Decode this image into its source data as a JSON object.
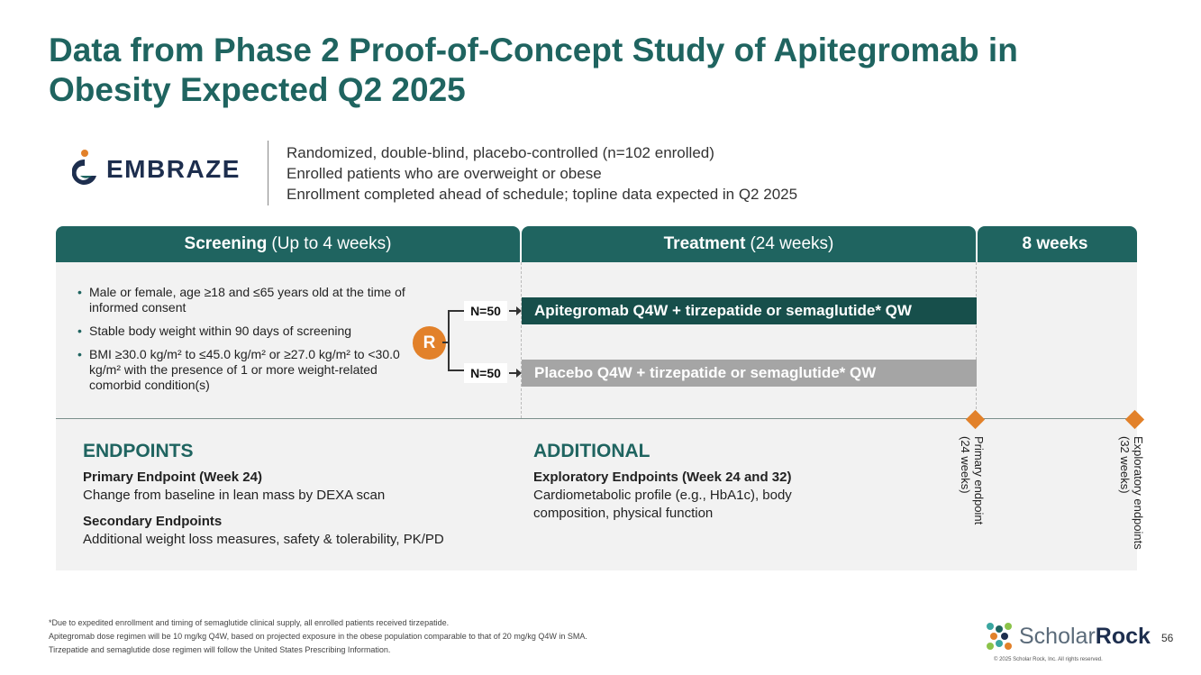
{
  "title": "Data from Phase 2 Proof-of-Concept Study of Apitegromab in Obesity Expected Q2 2025",
  "logo": {
    "text": "EMBRAZE",
    "icon": "embraze-logo-icon"
  },
  "intro": [
    "Randomized, double-blind, placebo-controlled (n=102 enrolled)",
    "Enrolled patients who are overweight or obese",
    "Enrollment completed ahead of schedule; topline data expected in Q2 2025"
  ],
  "headers": {
    "screening": {
      "bold": "Screening",
      "normal": "(Up to 4 weeks)"
    },
    "treatment": {
      "bold": "Treatment",
      "normal": "(24 weeks)"
    },
    "followup": {
      "bold": "8 weeks"
    }
  },
  "criteria": [
    "Male or female, age ≥18 and ≤65 years old at the time of informed consent",
    "Stable body weight within 90 days of screening",
    "BMI ≥30.0 kg/m² to ≤45.0 kg/m² or ≥27.0 kg/m² to <30.0 kg/m² with the presence of 1 or more weight-related comorbid condition(s)"
  ],
  "randomization": "R",
  "arms": [
    {
      "n": "N=50",
      "label": "Apitegromab Q4W + tirzepatide or semaglutide* QW",
      "color": "#174f4b"
    },
    {
      "n": "N=50",
      "label": "Placebo Q4W + tirzepatide or semaglutide* QW",
      "color": "#a5a5a5"
    }
  ],
  "milestones": [
    {
      "line1": "Primary endpoint",
      "line2": "(24 weeks)"
    },
    {
      "line1": "Exploratory endpoints",
      "line2": "(32 weeks)"
    }
  ],
  "endpoints": {
    "heading": "ENDPOINTS",
    "primary_title": "Primary Endpoint (Week 24)",
    "primary_text": "Change from baseline in lean mass by DEXA scan",
    "secondary_title": "Secondary Endpoints",
    "secondary_text": "Additional weight loss measures, safety & tolerability, PK/PD"
  },
  "additional": {
    "heading": "ADDITIONAL",
    "exploratory_title": "Exploratory Endpoints (Week 24 and 32)",
    "exploratory_text": "Cardiometabolic profile (e.g., HbA1c), body composition, physical function"
  },
  "footnotes": [
    "*Due to expedited enrollment and timing of semaglutide clinical supply, all enrolled patients received tirzepatide.",
    "Apitegromab dose regimen will be 10 mg/kg Q4W, based on projected exposure in the obese population comparable to that of 20 mg/kg Q4W in SMA.",
    "Tirzepatide and semaglutide dose regimen will follow the United States Prescribing Information."
  ],
  "brand": {
    "part1": "Scholar",
    "part2": "Rock",
    "icon": "scholar-rock-logo-icon"
  },
  "page_number": "56",
  "copyright": "© 2025 Scholar Rock, Inc. All rights reserved.",
  "colors": {
    "teal": "#1f6460",
    "orange": "#e2812a",
    "panel": "#f2f2f2"
  }
}
